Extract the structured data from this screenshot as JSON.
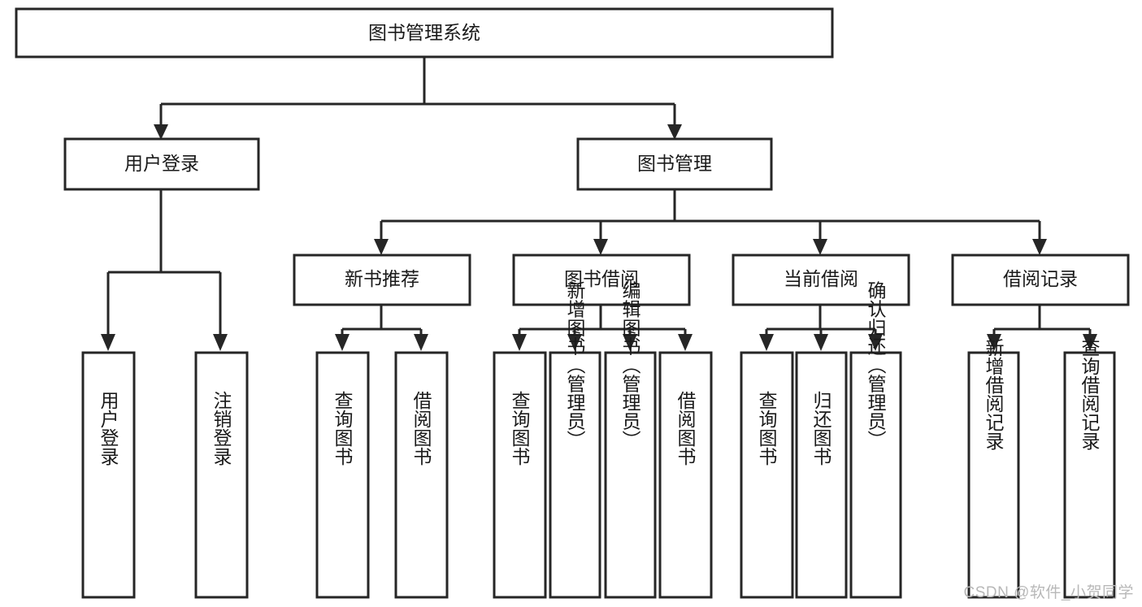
{
  "diagram": {
    "type": "tree-hierarchy",
    "title": "图书管理系统",
    "orientation": "top-down",
    "colors": {
      "box_fill": "#ffffff",
      "box_stroke": "#262626",
      "text": "#1a1a1a",
      "background": "#ffffff",
      "watermark": "#b8b8b8"
    },
    "levels": [
      {
        "level": 1,
        "nodes": [
          {
            "id": "root",
            "label": "图书管理系统"
          }
        ]
      },
      {
        "level": 2,
        "nodes": [
          {
            "id": "user-login",
            "label": "用户登录",
            "parent": "root"
          },
          {
            "id": "book-mgmt",
            "label": "图书管理",
            "parent": "root"
          }
        ]
      },
      {
        "level": 3,
        "nodes": [
          {
            "id": "new-book-rec",
            "label": "新书推荐",
            "parent": "book-mgmt"
          },
          {
            "id": "book-borrow",
            "label": "图书借阅",
            "parent": "book-mgmt"
          },
          {
            "id": "current-borrow",
            "label": "当前借阅",
            "parent": "book-mgmt"
          },
          {
            "id": "borrow-record",
            "label": "借阅记录",
            "parent": "book-mgmt"
          }
        ]
      },
      {
        "level": 4,
        "nodes": [
          {
            "id": "leaf-user-login",
            "label": "用户登录",
            "parent": "user-login"
          },
          {
            "id": "leaf-logout",
            "label": "注销登录",
            "parent": "user-login"
          },
          {
            "id": "leaf-query-book-1",
            "label": "查询图书",
            "parent": "new-book-rec"
          },
          {
            "id": "leaf-borrow-book-1",
            "label": "借阅图书",
            "parent": "new-book-rec"
          },
          {
            "id": "leaf-query-book-2",
            "label": "查询图书",
            "parent": "book-borrow"
          },
          {
            "id": "leaf-add-book",
            "label": "新增图书（管理员）",
            "parent": "book-borrow"
          },
          {
            "id": "leaf-edit-book",
            "label": "编辑图书（管理员）",
            "parent": "book-borrow"
          },
          {
            "id": "leaf-borrow-book-2",
            "label": "借阅图书",
            "parent": "book-borrow"
          },
          {
            "id": "leaf-query-book-3",
            "label": "查询图书",
            "parent": "current-borrow"
          },
          {
            "id": "leaf-return-book",
            "label": "归还图书",
            "parent": "current-borrow"
          },
          {
            "id": "leaf-confirm-return",
            "label": "确认归还（管理员）",
            "parent": "current-borrow"
          },
          {
            "id": "leaf-add-record",
            "label": "新增借阅记录",
            "parent": "borrow-record"
          },
          {
            "id": "leaf-query-record",
            "label": "查询借阅记录",
            "parent": "borrow-record"
          }
        ]
      }
    ]
  },
  "watermark": {
    "text": "CSDN @软件_小贺同学"
  }
}
